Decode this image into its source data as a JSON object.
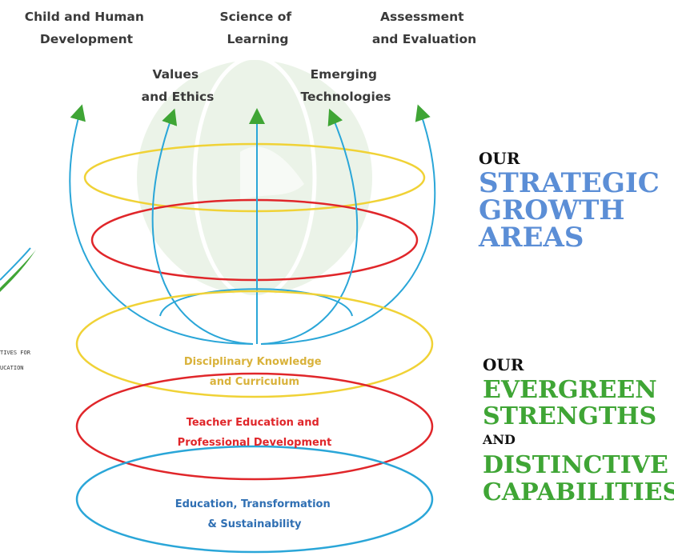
{
  "growth_areas": {
    "top": [
      {
        "lines": [
          "Child and Human",
          "Development"
        ]
      },
      {
        "lines": [
          "Science of",
          "Learning"
        ]
      },
      {
        "lines": [
          "Assessment",
          "and Evaluation"
        ]
      }
    ],
    "middle": [
      {
        "lines": [
          "Values",
          "and Ethics"
        ]
      },
      {
        "lines": [
          "Emerging",
          "Technologies"
        ]
      }
    ]
  },
  "foundation_bands": [
    {
      "lines": [
        "Disciplinary Knowledge",
        "and Curriculum"
      ],
      "color": "#d9b23a"
    },
    {
      "lines": [
        "Teacher Education and",
        "Professional Development"
      ],
      "color": "#e0262a"
    },
    {
      "lines": [
        "Education, Transformation",
        "& Sustainability"
      ],
      "color": "#2f6fb3"
    }
  ],
  "strategic_heading": {
    "prefix": "OUR",
    "lines": [
      "STRATEGIC",
      "GROWTH",
      "AREAS"
    ],
    "prefix_color": "#111111",
    "accent_color": "#5b8ed6"
  },
  "evergreen_heading": {
    "prefix": "OUR",
    "lines_a": [
      "EVERGREEN",
      "STRENGTHS"
    ],
    "joiner": "AND",
    "lines_b": [
      "DISTINCTIVE",
      "CAPABILITIES"
    ],
    "prefix_color": "#111111",
    "accent_color": "#3fa535"
  },
  "logo": {
    "text_lines": [
      "TIVES FOR",
      "UCATION"
    ]
  },
  "colors": {
    "yellow": "#f0d236",
    "red": "#e0262a",
    "blue": "#2aa6d8",
    "green": "#3fa535",
    "globe": "#dcebd6"
  }
}
